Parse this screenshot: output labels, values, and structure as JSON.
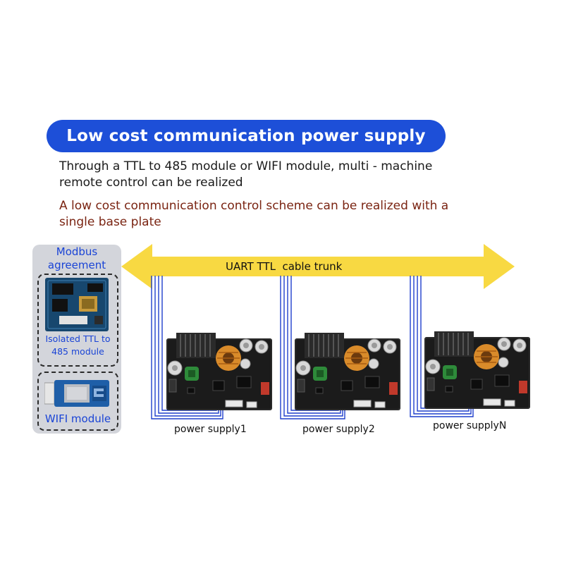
{
  "title": "Low cost communication power supply",
  "description_1": "Through a TTL to 485 module or WIFI module, multi - machine remote control can be realized",
  "description_2": "A low cost communication control scheme can be realized with a single base plate",
  "side_panel": {
    "title": "Modbus agreement",
    "module_485_label": "Isolated TTL to 485 module",
    "wifi_label": "WIFI module"
  },
  "trunk_label": "UART TTL  cable trunk",
  "power_supplies": [
    {
      "label": "power supply1"
    },
    {
      "label": "power supply2"
    },
    {
      "label": "power supplyN"
    }
  ],
  "colors": {
    "banner": "#1d4fd8",
    "arrow": "#f8d942",
    "accent_text": "#1a44d6",
    "highlight_text": "#7a2412",
    "wire": "#1e3fcc"
  }
}
